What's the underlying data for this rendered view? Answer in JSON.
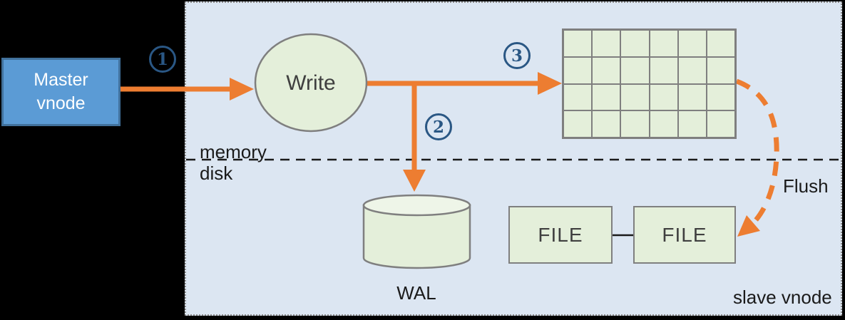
{
  "diagram": {
    "master_node": {
      "line1": "Master",
      "line2": "vnode"
    },
    "write_node": {
      "label": "Write"
    },
    "steps": {
      "one": "1",
      "two": "2",
      "three": "3"
    },
    "memory_label": "memory",
    "disk_label": "disk",
    "wal": {
      "label": "WAL"
    },
    "files": [
      {
        "label": "FILE"
      },
      {
        "label": "FILE"
      }
    ],
    "flush_label": "Flush",
    "panel_label": "slave vnode",
    "memtable_grid": {
      "rows": 4,
      "cols": 6
    }
  },
  "colors": {
    "accent_orange": "#ed7d31",
    "node_green": "#e4efda",
    "node_stroke": "#7f7f7f",
    "panel_blue": "#dce6f2",
    "master_blue": "#5b9bd5",
    "master_border": "#41719c",
    "badge_blue": "#2a5784"
  }
}
